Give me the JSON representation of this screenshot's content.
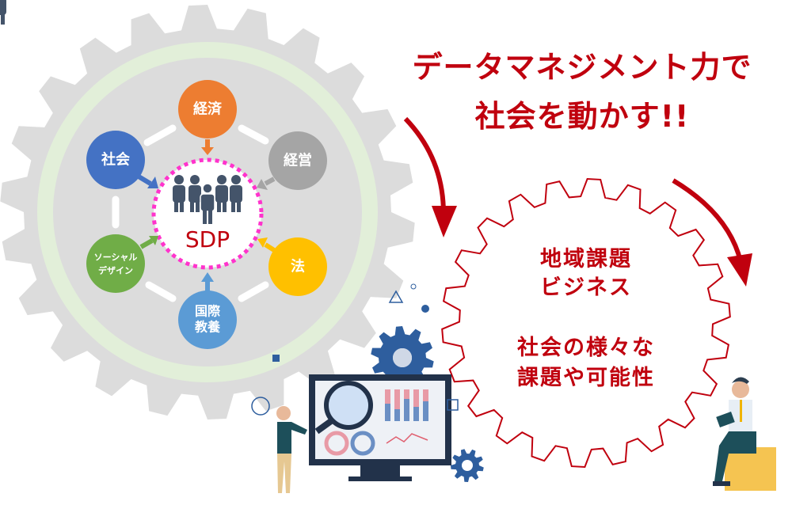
{
  "headline": {
    "line1": "データマネジメント力で",
    "line2": "社会を動かす!!"
  },
  "center": {
    "label": "SDP"
  },
  "nodes": [
    {
      "id": "economy",
      "label": "経済",
      "color": "#ed7d31"
    },
    {
      "id": "management",
      "label": "経営",
      "color": "#a5a5a5"
    },
    {
      "id": "law",
      "label": "法",
      "color": "#ffc000"
    },
    {
      "id": "intl",
      "label1": "国際",
      "label2": "教養",
      "color": "#5b9bd5"
    },
    {
      "id": "social-design",
      "label1": "ソーシャル",
      "label2": "デザイン",
      "color": "#70ad47"
    },
    {
      "id": "society",
      "label": "社会",
      "color": "#4472c4"
    }
  ],
  "right_gear": {
    "line1": "地域課題",
    "line2": "ビジネス",
    "line3": "社会の様々な",
    "line4": "課題や可能性"
  },
  "colors": {
    "accent": "#c0000e",
    "dots": "#ff33cc"
  }
}
